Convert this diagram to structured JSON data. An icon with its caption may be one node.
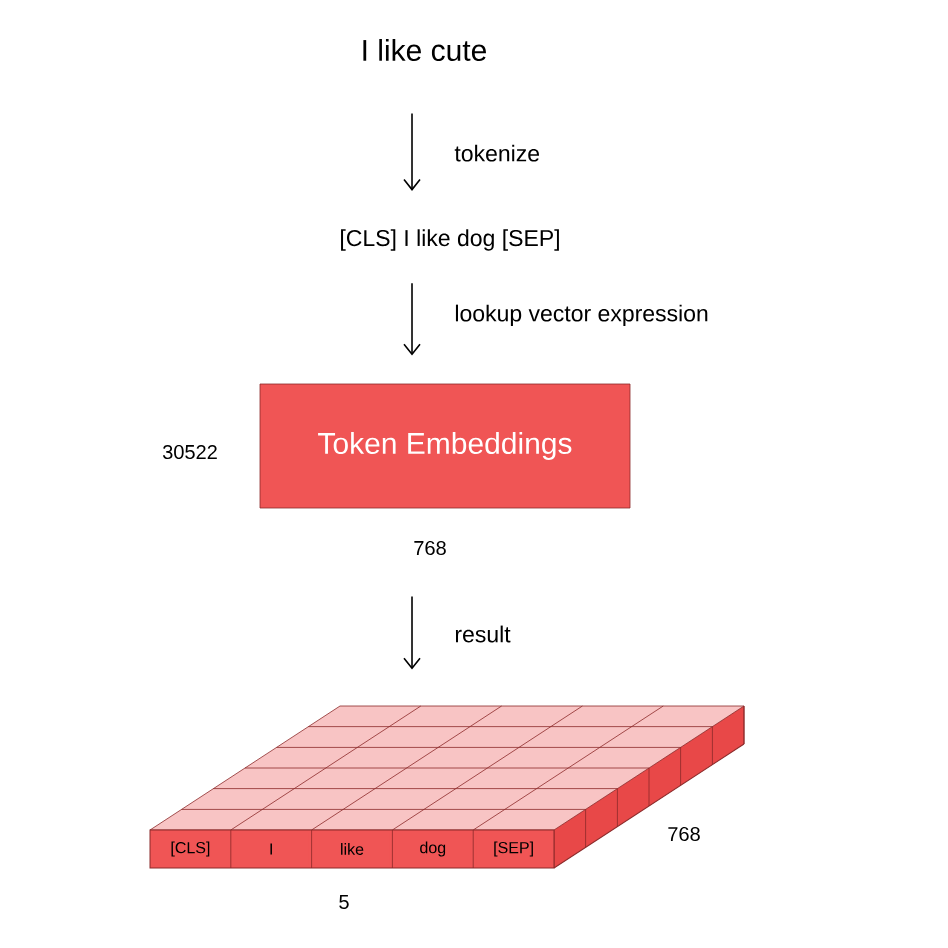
{
  "diagram": {
    "nodes": [
      {
        "text": [
          "I like cute"
        ]
      },
      {
        "text": [
          "[CLS] I like dog [SEP]"
        ]
      },
      {
        "text": [
          "Token Embeddings"
        ],
        "beside": [
          "30522",
          "768"
        ]
      },
      {
        "text": [],
        "shape": "box"
      },
      {
        "text": [
          "[CLS]"
        ]
      },
      {
        "text": [
          "I"
        ]
      },
      {
        "text": [
          "like"
        ]
      },
      {
        "text": [
          "dog"
        ]
      },
      {
        "text": [
          "[SEP]"
        ]
      }
    ],
    "edges": [
      {
        "from": 0,
        "to": 1,
        "arrow": "to",
        "label": "tokenize"
      },
      {
        "from": 1,
        "to": 2,
        "arrow": "to",
        "label": "lookup vector expression"
      },
      {
        "from": 2,
        "to": 3,
        "arrow": "to",
        "label": "result"
      }
    ],
    "labels": [
      "768",
      "5"
    ]
  }
}
